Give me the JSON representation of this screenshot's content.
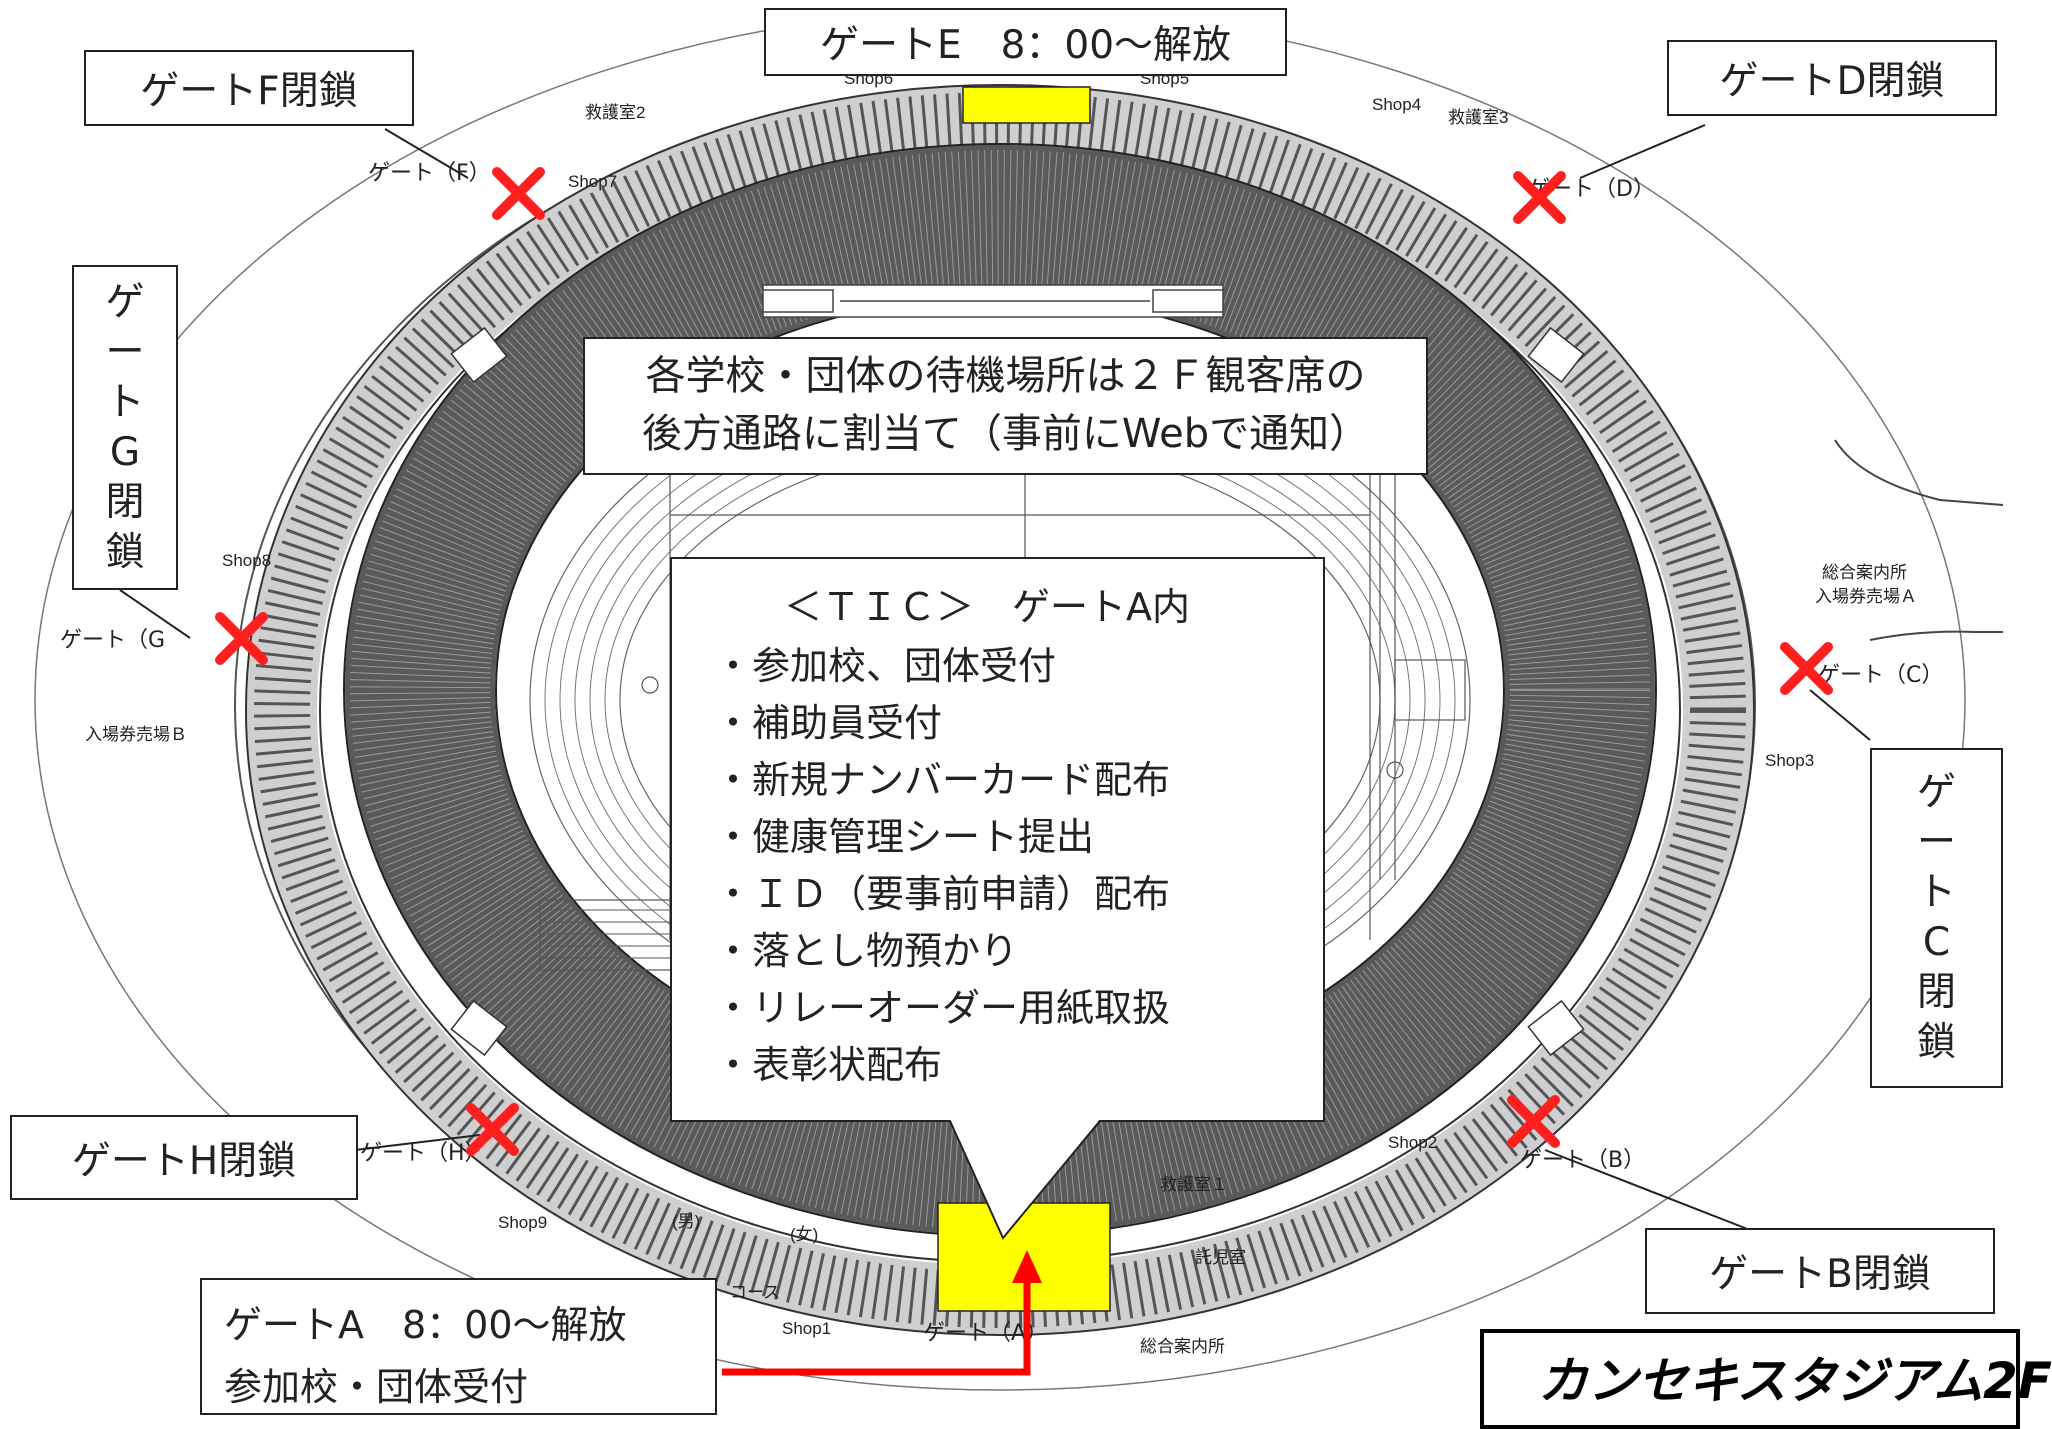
{
  "callouts": {
    "gate_e": "ゲートE　8：00～解放",
    "gate_f": "ゲートF閉鎖",
    "gate_d": "ゲートD閉鎖",
    "gate_g": [
      "ゲ",
      "ー",
      "ト",
      "G",
      "閉",
      "鎖"
    ],
    "gate_c": [
      "ゲ",
      "ー",
      "ト",
      "C",
      "閉",
      "鎖"
    ],
    "gate_h": "ゲートH閉鎖",
    "gate_b": "ゲートB閉鎖",
    "gate_a_line1": "ゲートA　8：00～解放",
    "gate_a_line2": "参加校・団体受付",
    "waiting_line1": "各学校・団体の待機場所は２Ｆ観客席の",
    "waiting_line2": "後方通路に割当て（事前にWebで通知）"
  },
  "tic": {
    "title": "＜ＴＩＣ＞　ゲートA内",
    "items": [
      "参加校、団体受付",
      "補助員受付",
      "新規ナンバーカード配布",
      "健康管理シート提出",
      "ＩＤ（要事前申請）配布",
      "落とし物預かり",
      "リレーオーダー用紙取扱",
      "表彰状配布"
    ]
  },
  "map_labels": {
    "gate_a": "ゲート（A）",
    "gate_b": "ゲート（B）",
    "gate_c": "ゲート（C）",
    "gate_d": "ゲート（D）",
    "gate_f": "ゲート（F）",
    "gate_g": "ゲート（G",
    "gate_h": "ゲート（H）",
    "shop1": "Shop1",
    "shop2": "Shop2",
    "shop3": "Shop3",
    "shop4": "Shop4",
    "shop5": "Shop5",
    "shop6": "Shop6",
    "shop7": "Shop7",
    "shop8": "Shop8",
    "shop9": "Shop9",
    "first_aid_1": "救護室１",
    "first_aid_2": "救護室2",
    "first_aid_3": "救護室3",
    "info_bottom": "総合案内所",
    "info_right": "総合案内所",
    "tickets_a": "入場券売場Ａ",
    "tickets_b": "入場券売場Ｂ",
    "nursery": "託児室",
    "corridor": "コース",
    "men": "(男)",
    "women": "(女)"
  },
  "stadium_title": "カンセキスタジアム2F",
  "colors": {
    "highlight": "#ffff00",
    "closed_mark": "#ff1f1f",
    "arrow": "#ff0000",
    "structure": "#444444"
  }
}
